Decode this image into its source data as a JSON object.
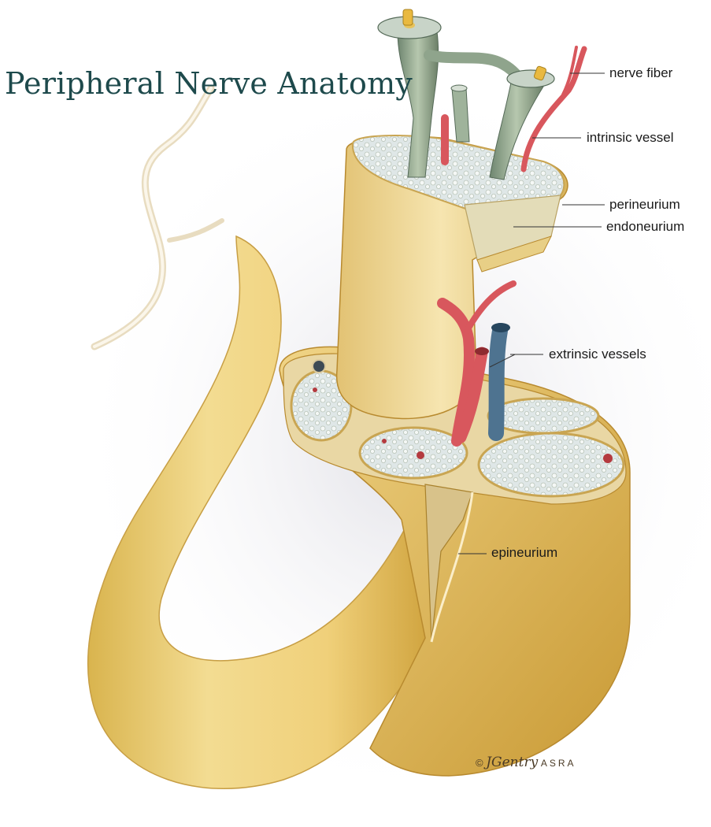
{
  "title": "Peripheral Nerve Anatomy",
  "labels": {
    "nerve_fiber": "nerve fiber",
    "intrinsic_vessel": "intrinsic vessel",
    "perineurium": "perineurium",
    "endoneurium": "endoneurium",
    "extrinsic_vessels": "extrinsic vessels",
    "epineurium": "epineurium"
  },
  "credit": {
    "copyright": "©",
    "signature": "JGentry",
    "organization": "ASRA"
  },
  "colors": {
    "title": "#1e4a4c",
    "epineurium": "#e9c96a",
    "nerve_fiber": "#8fa48c",
    "artery": "#d8575d",
    "vein": "#4e7390",
    "fascicle_interior": "#e6eef2"
  }
}
